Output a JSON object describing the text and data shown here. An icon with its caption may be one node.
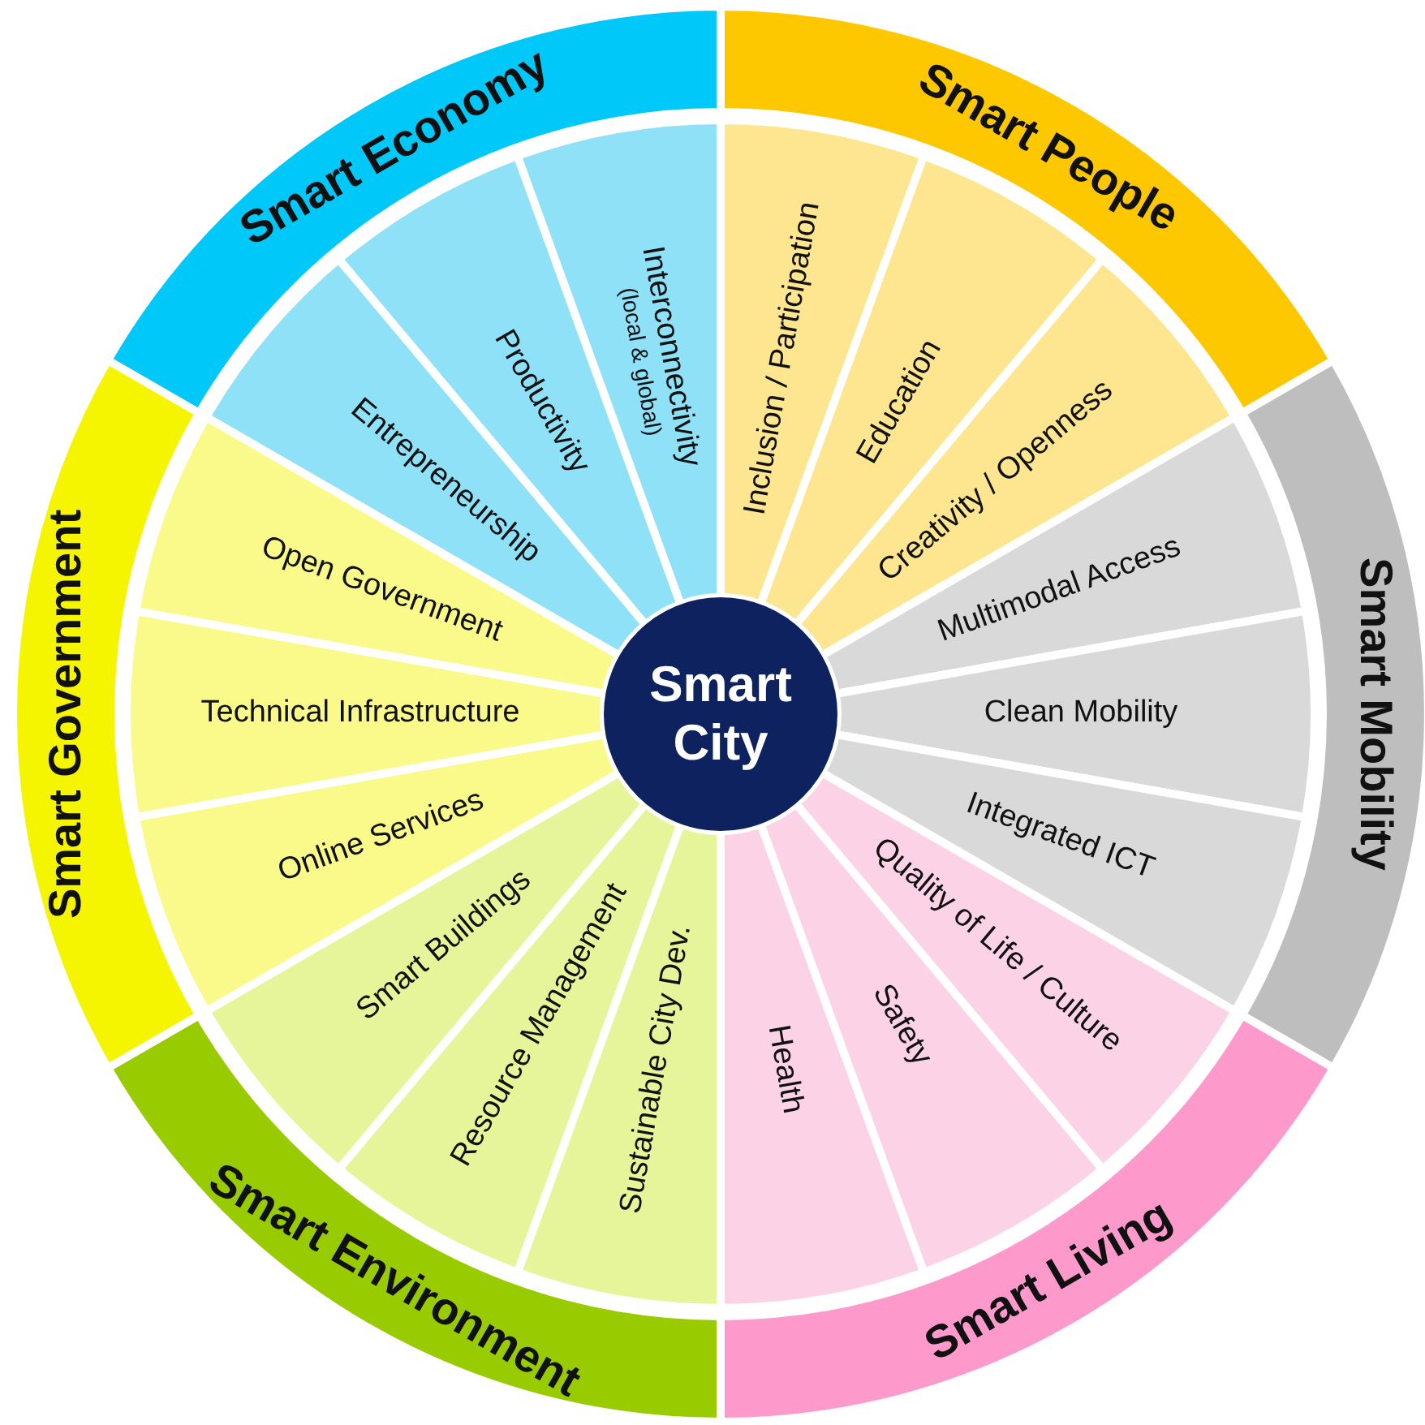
{
  "diagram": {
    "nodes": [
      {
        "text": [
          "Smart City"
        ]
      },
      {
        "text": [
          "Smart Economy"
        ]
      },
      {
        "text": [
          "Entrepreneurship"
        ]
      },
      {
        "text": [
          "Productivity"
        ]
      },
      {
        "text": [
          "Interconnectivity",
          "(local & global)"
        ]
      },
      {
        "text": [
          "Smart People"
        ]
      },
      {
        "text": [
          "Inclusion / Participation"
        ]
      },
      {
        "text": [
          "Education"
        ]
      },
      {
        "text": [
          "Creativity / Openness"
        ]
      },
      {
        "text": [
          "Smart Mobility"
        ]
      },
      {
        "text": [
          "Multimodal Access"
        ]
      },
      {
        "text": [
          "Clean Mobility"
        ]
      },
      {
        "text": [
          "Integrated ICT"
        ]
      },
      {
        "text": [
          "Smart Living"
        ]
      },
      {
        "text": [
          "Quality of Life / Culture"
        ]
      },
      {
        "text": [
          "Safety"
        ]
      },
      {
        "text": [
          "Health"
        ]
      },
      {
        "text": [
          "Smart Environment"
        ]
      },
      {
        "text": [
          "Sustainable City Dev."
        ]
      },
      {
        "text": [
          "Resource Management"
        ]
      },
      {
        "text": [
          "Smart Buildings"
        ]
      },
      {
        "text": [
          "Smart Government"
        ]
      },
      {
        "text": [
          "Online Services"
        ]
      },
      {
        "text": [
          "Technical Infrastructure"
        ]
      },
      {
        "text": [
          "Open Government"
        ]
      }
    ],
    "edges": []
  }
}
